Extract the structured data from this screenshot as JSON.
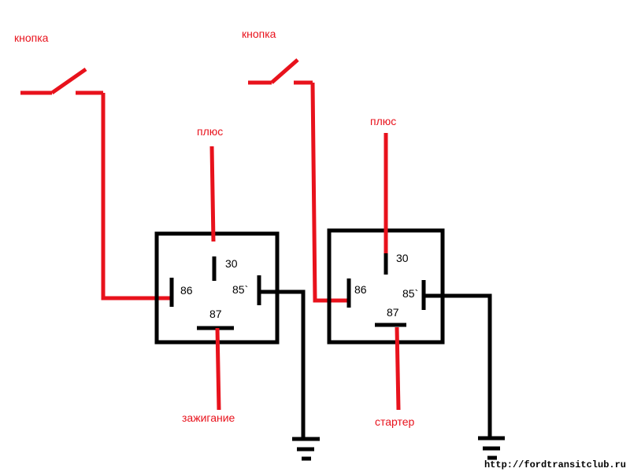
{
  "colors": {
    "wire_red": "#e8121c",
    "wire_black": "#000000",
    "background": "#ffffff"
  },
  "labels": {
    "button_left": "кнопка",
    "button_right": "кнопка",
    "plus_left": "плюс",
    "plus_right": "плюс",
    "ignition": "зажигание",
    "starter": "стартер"
  },
  "relay_left": {
    "pin30": "30",
    "pin86": "86",
    "pin85": "85`",
    "pin87": "87"
  },
  "relay_right": {
    "pin30": "30",
    "pin86": "86",
    "pin85": "85`",
    "pin87": "87"
  },
  "watermark": "http://fordtransitclub.ru"
}
